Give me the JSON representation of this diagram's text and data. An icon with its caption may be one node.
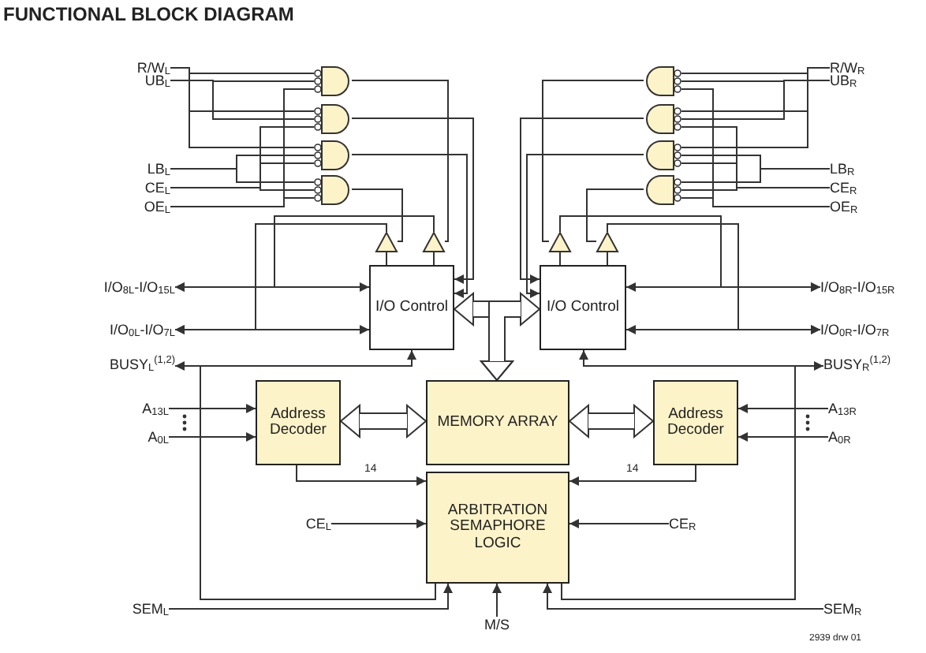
{
  "diagram": {
    "title": "FUNCTIONAL BLOCK DIAGRAM",
    "nodes": [
      {
        "text": [
          "R/W$_{L}$"
        ]
      },
      {
        "text": [
          "UB$_{L}$"
        ]
      },
      {
        "text": [
          "LB$_{L}$"
        ]
      },
      {
        "text": [
          "CE$_{L}$"
        ]
      },
      {
        "text": [
          "OE$_{L}$"
        ]
      },
      {
        "text": [
          "R/W$_{R}$"
        ]
      },
      {
        "text": [
          "UB$_{R}$"
        ]
      },
      {
        "text": [
          "LB$_{R}$"
        ]
      },
      {
        "text": [
          "CE$_{R}$"
        ]
      },
      {
        "text": [
          "OE$_{R}$"
        ]
      },
      {
        "text": [],
        "shape": "gate"
      },
      {
        "text": [],
        "shape": "gate"
      },
      {
        "text": [],
        "shape": "gate"
      },
      {
        "text": [],
        "shape": "gate"
      },
      {
        "text": [],
        "shape": "gate"
      },
      {
        "text": [],
        "shape": "gate"
      },
      {
        "text": [],
        "shape": "gate"
      },
      {
        "text": [],
        "shape": "gate"
      },
      {
        "text": [],
        "shape": "triangle"
      },
      {
        "text": [],
        "shape": "triangle"
      },
      {
        "text": [],
        "shape": "triangle"
      },
      {
        "text": [],
        "shape": "triangle"
      },
      {
        "text": [
          "I/O Control"
        ]
      },
      {
        "text": [
          "I/O Control"
        ]
      },
      {
        "text": [
          "I/O$_{8L}$-I/O$_{15L}$"
        ]
      },
      {
        "text": [
          "I/O$_{0L}$-I/O$_{7L}$"
        ]
      },
      {
        "text": [
          "I/O$_{8R}$-I/O$_{15R}$"
        ]
      },
      {
        "text": [
          "I/O$_{0R}$-I/O$_{7R}$"
        ]
      },
      {
        "text": [
          "BUSY$_{L}$$^{(1,2)}$"
        ]
      },
      {
        "text": [
          "BUSY$_{R}$$^{(1,2)}$"
        ]
      },
      {
        "text": [
          "A$_{13L}$"
        ]
      },
      {
        "text": [
          "A$_{0L}$"
        ]
      },
      {
        "text": [
          "A$_{13R}$"
        ]
      },
      {
        "text": [
          "A$_{0R}$"
        ]
      },
      {
        "text": [
          "Address Decoder"
        ]
      },
      {
        "text": [
          "MEMORY ARRAY"
        ]
      },
      {
        "text": [
          "Address Decoder"
        ]
      },
      {
        "text": [
          "ARBITRATION SEMAPHORE LOGIC"
        ]
      },
      {
        "text": [
          "CE$_{L}$"
        ]
      },
      {
        "text": [
          "CE$_{R}$"
        ]
      },
      {
        "text": [
          "SEM$_{L}$"
        ]
      },
      {
        "text": [
          "SEM$_{R}$"
        ]
      },
      {
        "text": [
          "M/S"
        ]
      }
    ],
    "edges": [
      {
        "from": 0,
        "to": 10,
        "arrow": "none"
      },
      {
        "from": 1,
        "to": 10,
        "arrow": "none"
      },
      {
        "from": 4,
        "to": 10,
        "arrow": "none"
      },
      {
        "from": 0,
        "to": 11,
        "arrow": "none"
      },
      {
        "from": 1,
        "to": 11,
        "arrow": "none"
      },
      {
        "from": 3,
        "to": 11,
        "arrow": "none"
      },
      {
        "from": 0,
        "to": 12,
        "arrow": "none"
      },
      {
        "from": 2,
        "to": 12,
        "arrow": "none"
      },
      {
        "from": 3,
        "to": 12,
        "arrow": "none"
      },
      {
        "from": 2,
        "to": 13,
        "arrow": "none"
      },
      {
        "from": 3,
        "to": 13,
        "arrow": "none"
      },
      {
        "from": 4,
        "to": 13,
        "arrow": "none"
      },
      {
        "from": 5,
        "to": 14,
        "arrow": "none"
      },
      {
        "from": 6,
        "to": 14,
        "arrow": "none"
      },
      {
        "from": 9,
        "to": 14,
        "arrow": "none"
      },
      {
        "from": 5,
        "to": 15,
        "arrow": "none"
      },
      {
        "from": 6,
        "to": 15,
        "arrow": "none"
      },
      {
        "from": 8,
        "to": 15,
        "arrow": "none"
      },
      {
        "from": 5,
        "to": 16,
        "arrow": "none"
      },
      {
        "from": 7,
        "to": 16,
        "arrow": "none"
      },
      {
        "from": 8,
        "to": 16,
        "arrow": "none"
      },
      {
        "from": 7,
        "to": 17,
        "arrow": "none"
      },
      {
        "from": 8,
        "to": 17,
        "arrow": "none"
      },
      {
        "from": 9,
        "to": 17,
        "arrow": "none"
      },
      {
        "from": 10,
        "to": 19,
        "arrow": "none"
      },
      {
        "from": 13,
        "to": 18,
        "arrow": "none"
      },
      {
        "from": 11,
        "to": 22,
        "arrow": "to"
      },
      {
        "from": 12,
        "to": 22,
        "arrow": "to"
      },
      {
        "from": 14,
        "to": 20,
        "arrow": "none"
      },
      {
        "from": 17,
        "to": 21,
        "arrow": "none"
      },
      {
        "from": 15,
        "to": 23,
        "arrow": "to"
      },
      {
        "from": 16,
        "to": 23,
        "arrow": "to"
      },
      {
        "from": 22,
        "to": 18,
        "arrow": "none"
      },
      {
        "from": 22,
        "to": 19,
        "arrow": "none"
      },
      {
        "from": 23,
        "to": 20,
        "arrow": "none"
      },
      {
        "from": 23,
        "to": 21,
        "arrow": "none"
      },
      {
        "from": 19,
        "to": 24,
        "arrow": "to"
      },
      {
        "from": 18,
        "to": 25,
        "arrow": "to"
      },
      {
        "from": 20,
        "to": 26,
        "arrow": "to"
      },
      {
        "from": 21,
        "to": 27,
        "arrow": "to"
      },
      {
        "from": 24,
        "to": 22,
        "arrow": "both"
      },
      {
        "from": 25,
        "to": 22,
        "arrow": "both"
      },
      {
        "from": 26,
        "to": 23,
        "arrow": "both"
      },
      {
        "from": 27,
        "to": 23,
        "arrow": "both"
      },
      {
        "from": 35,
        "to": 22,
        "arrow": "both",
        "style": "thick"
      },
      {
        "from": 35,
        "to": 23,
        "arrow": "both",
        "style": "thick"
      },
      {
        "from": 37,
        "to": 28,
        "arrow": "to"
      },
      {
        "from": 37,
        "to": 22,
        "arrow": "to"
      },
      {
        "from": 37,
        "to": 29,
        "arrow": "to"
      },
      {
        "from": 37,
        "to": 23,
        "arrow": "to"
      },
      {
        "from": 30,
        "to": 34,
        "arrow": "to"
      },
      {
        "from": 31,
        "to": 34,
        "arrow": "to"
      },
      {
        "from": 32,
        "to": 36,
        "arrow": "to"
      },
      {
        "from": 33,
        "to": 36,
        "arrow": "to"
      },
      {
        "from": 34,
        "to": 35,
        "arrow": "both",
        "style": "thick"
      },
      {
        "from": 36,
        "to": 35,
        "arrow": "both",
        "style": "thick"
      },
      {
        "from": 34,
        "to": 37,
        "arrow": "to",
        "label": "14"
      },
      {
        "from": 36,
        "to": 37,
        "arrow": "to",
        "label": "14"
      },
      {
        "from": 38,
        "to": 37,
        "arrow": "to"
      },
      {
        "from": 39,
        "to": 37,
        "arrow": "to"
      },
      {
        "from": 40,
        "to": 37,
        "arrow": "to"
      },
      {
        "from": 41,
        "to": 37,
        "arrow": "to"
      },
      {
        "from": 42,
        "to": 37,
        "arrow": "to"
      }
    ],
    "labels": [
      "2939 drw 01"
    ]
  }
}
